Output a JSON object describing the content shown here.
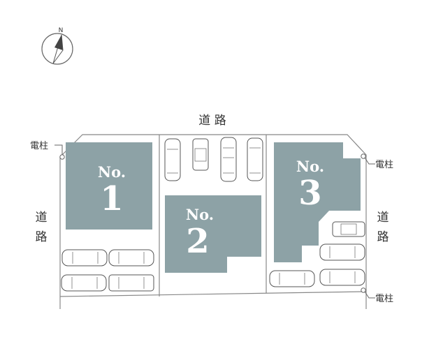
{
  "compass": {
    "north_label": "N"
  },
  "roads": {
    "top": "道 路",
    "left_line1": "道",
    "left_line2": "路",
    "right_line1": "道",
    "right_line2": "路"
  },
  "poles": {
    "left_top": "電柱",
    "right_top": "電柱",
    "right_bottom": "電柱"
  },
  "lots": [
    {
      "no_label": "No.",
      "number": "1"
    },
    {
      "no_label": "No.",
      "number": "2"
    },
    {
      "no_label": "No.",
      "number": "3"
    }
  ],
  "colors": {
    "building": "#8da2a6",
    "outline": "#888888",
    "text": "#333333"
  }
}
